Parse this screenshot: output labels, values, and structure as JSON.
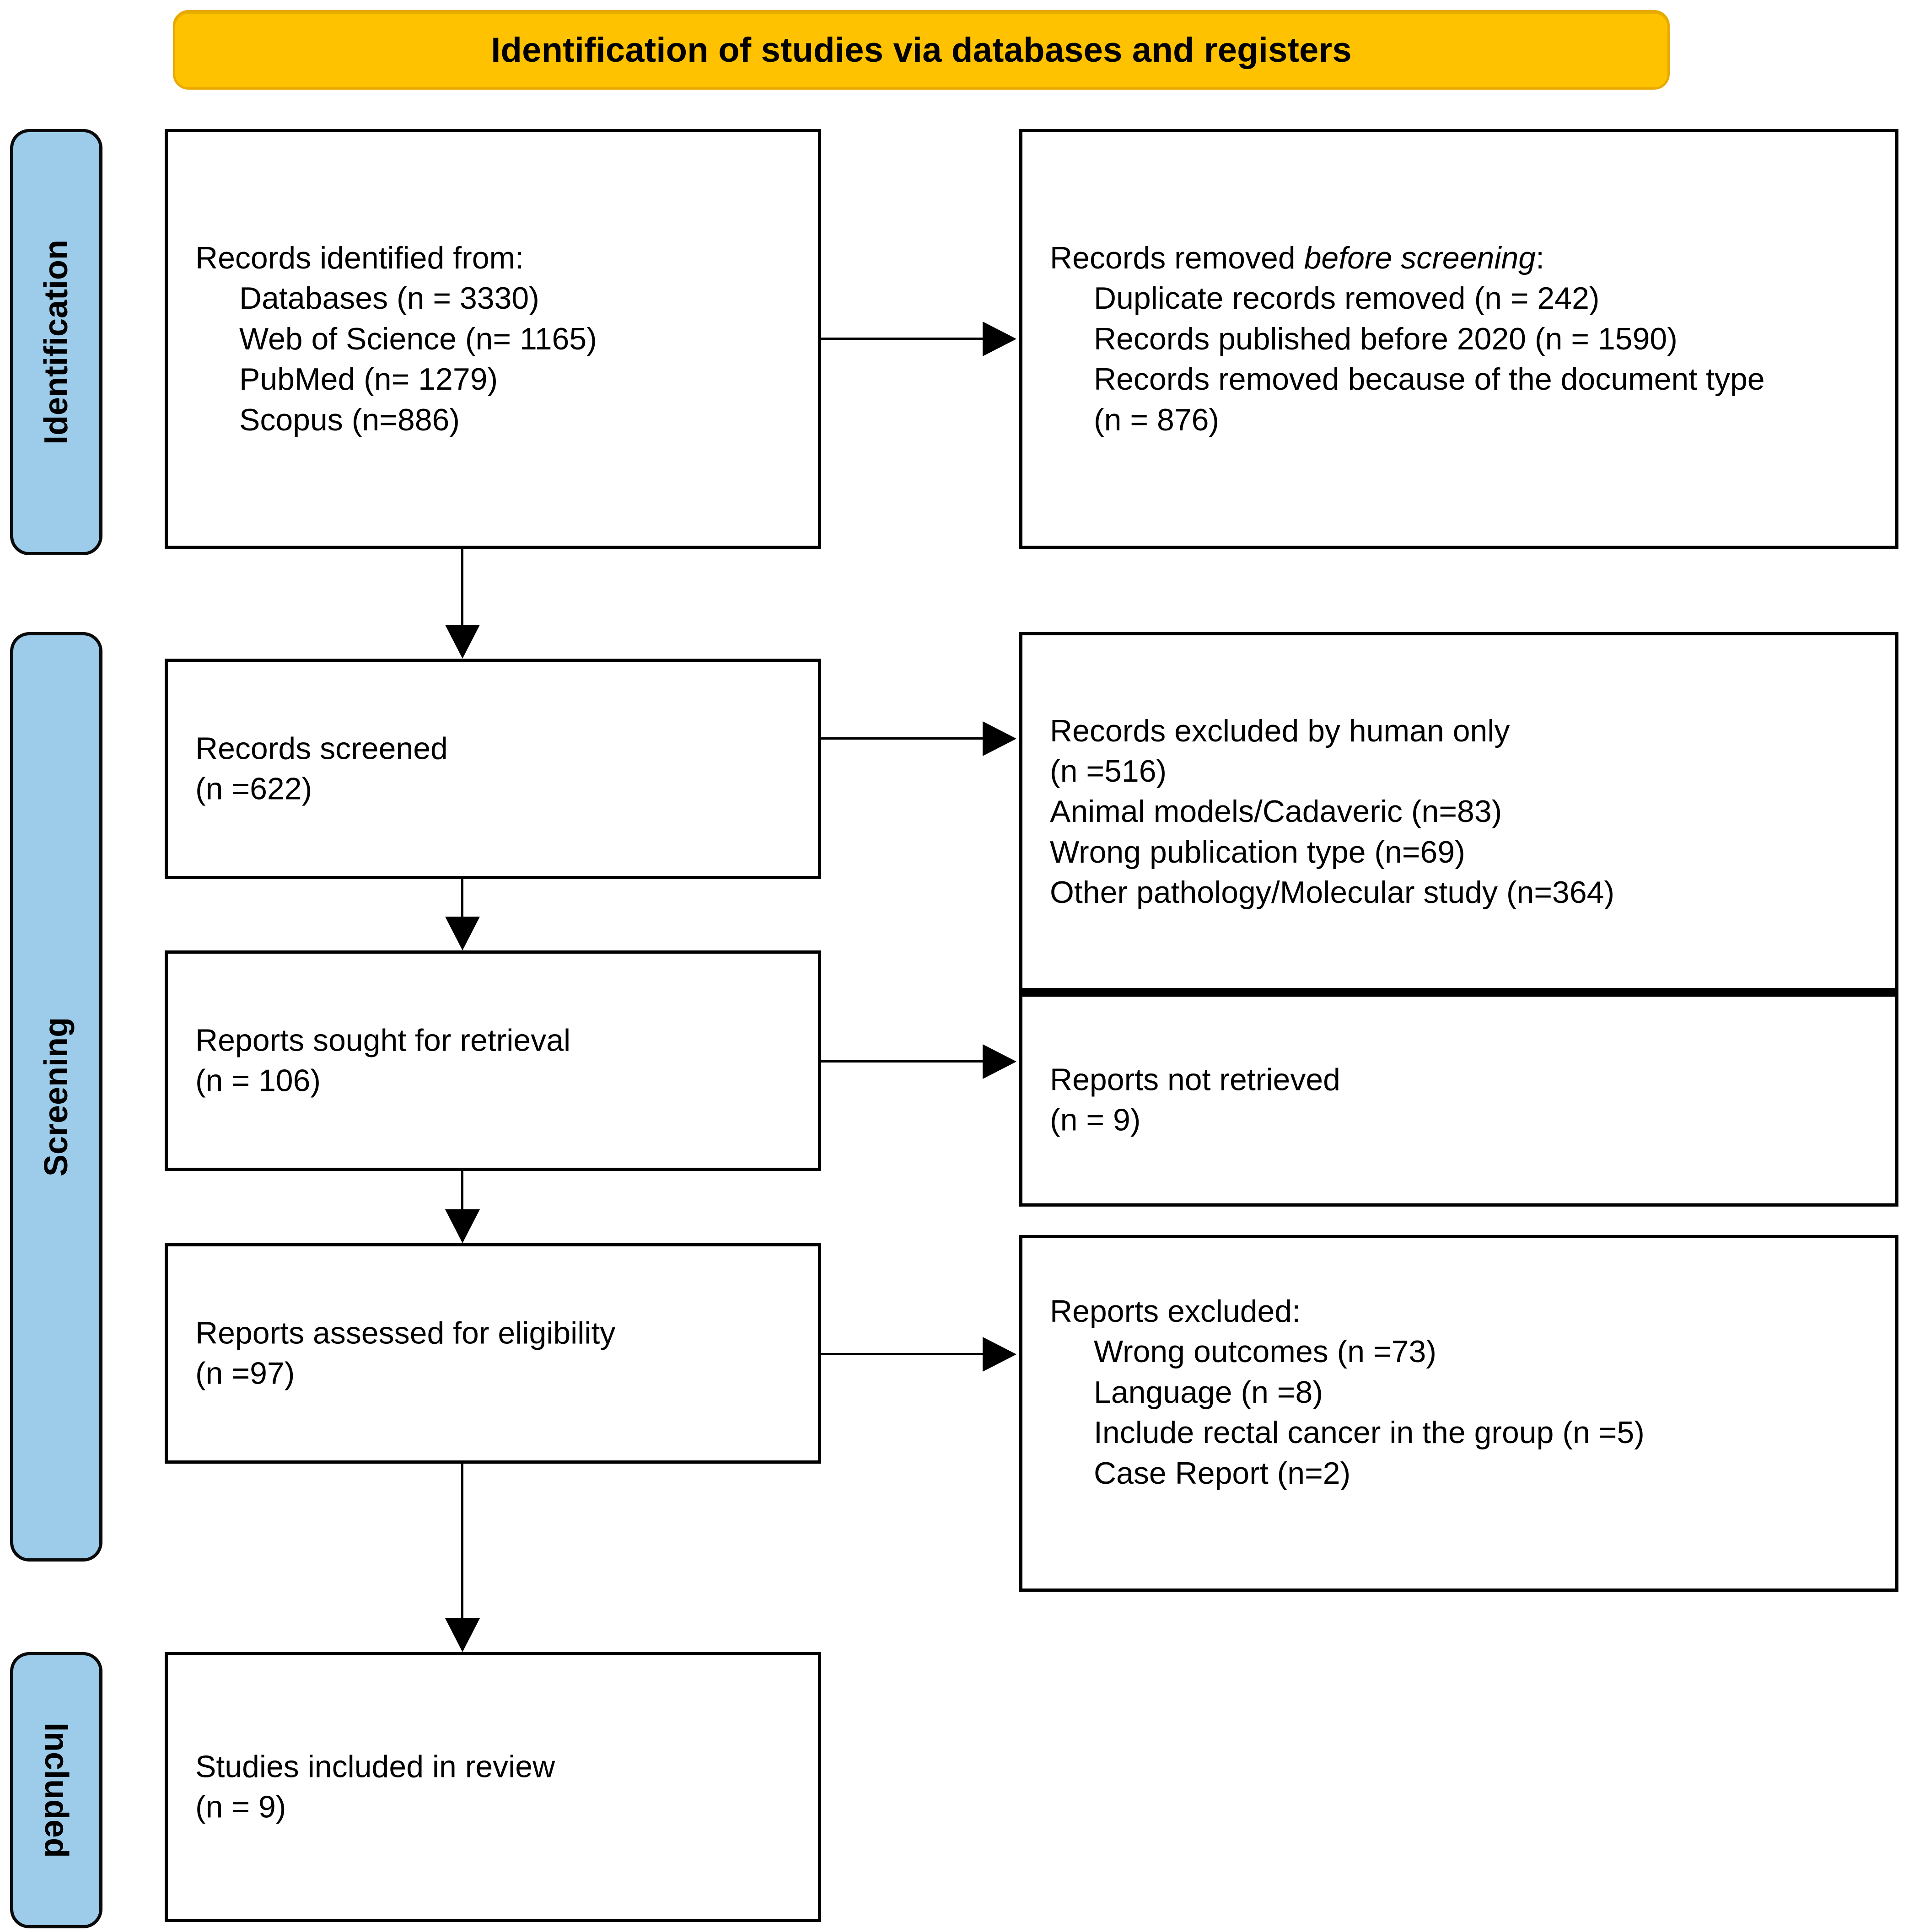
{
  "banner": {
    "title": "Identification of studies via databases and registers",
    "bg_color": "#FFC200"
  },
  "phases": {
    "identification": "Identification",
    "screening": "Screening",
    "included": "Included",
    "bg_color": "#9DCBEA"
  },
  "boxes": {
    "identified": {
      "lines": [
        "Records identified from:",
        "Databases (n = 3330)",
        "Web of Science (n= 1165)",
        "PubMed (n= 1279)",
        "Scopus (n=886)"
      ]
    },
    "removed": {
      "heading_pre": "Records removed ",
      "heading_ital": "before screening",
      "heading_post": ":",
      "lines": [
        "Duplicate records removed (n = 242)",
        "Records published before 2020 (n = 1590)",
        "Records removed because of the document type (n = 876)"
      ]
    },
    "screened": {
      "lines": [
        "Records screened",
        "(n =622)"
      ]
    },
    "excluded": {
      "lines": [
        "Records excluded by human only",
        "(n =516)",
        "Animal models/Cadaveric (n=83)",
        "Wrong publication type (n=69)",
        "Other pathology/Molecular study (n=364)"
      ]
    },
    "sought": {
      "lines": [
        "Reports sought for retrieval",
        "(n = 106)"
      ]
    },
    "not_retrieved": {
      "lines": [
        "Reports not retrieved",
        "(n = 9)"
      ]
    },
    "assessed": {
      "lines": [
        "Reports assessed for eligibility",
        "(n =97)"
      ]
    },
    "reports_excluded": {
      "lines": [
        "Reports excluded:",
        "Wrong outcomes (n =73)",
        "Language (n =8)",
        "Include rectal cancer in the group (n =5)",
        "Case Report (n=2)"
      ]
    },
    "included": {
      "lines": [
        "Studies included in review",
        "(n = 9)"
      ]
    }
  },
  "chart_data": {
    "type": "table",
    "title": "Identification of studies via databases and registers",
    "stages": [
      {
        "phase": "Identification",
        "label": "Records identified from databases",
        "n": 3330
      },
      {
        "phase": "Identification",
        "label": "Web of Science",
        "n": 1165
      },
      {
        "phase": "Identification",
        "label": "PubMed",
        "n": 1279
      },
      {
        "phase": "Identification",
        "label": "Scopus",
        "n": 886
      },
      {
        "phase": "Identification",
        "label": "Duplicate records removed",
        "n": 242
      },
      {
        "phase": "Identification",
        "label": "Records published before 2020",
        "n": 1590
      },
      {
        "phase": "Identification",
        "label": "Records removed because of the document type",
        "n": 876
      },
      {
        "phase": "Screening",
        "label": "Records screened",
        "n": 622
      },
      {
        "phase": "Screening",
        "label": "Records excluded by human only",
        "n": 516
      },
      {
        "phase": "Screening",
        "label": "Animal models/Cadaveric",
        "n": 83
      },
      {
        "phase": "Screening",
        "label": "Wrong publication type",
        "n": 69
      },
      {
        "phase": "Screening",
        "label": "Other pathology/Molecular study",
        "n": 364
      },
      {
        "phase": "Screening",
        "label": "Reports sought for retrieval",
        "n": 106
      },
      {
        "phase": "Screening",
        "label": "Reports not retrieved",
        "n": 9
      },
      {
        "phase": "Screening",
        "label": "Reports assessed for eligibility",
        "n": 97
      },
      {
        "phase": "Screening",
        "label": "Wrong outcomes",
        "n": 73
      },
      {
        "phase": "Screening",
        "label": "Language",
        "n": 8
      },
      {
        "phase": "Screening",
        "label": "Include rectal cancer in the group",
        "n": 5
      },
      {
        "phase": "Screening",
        "label": "Case Report",
        "n": 2
      },
      {
        "phase": "Included",
        "label": "Studies included in review",
        "n": 9
      }
    ]
  }
}
